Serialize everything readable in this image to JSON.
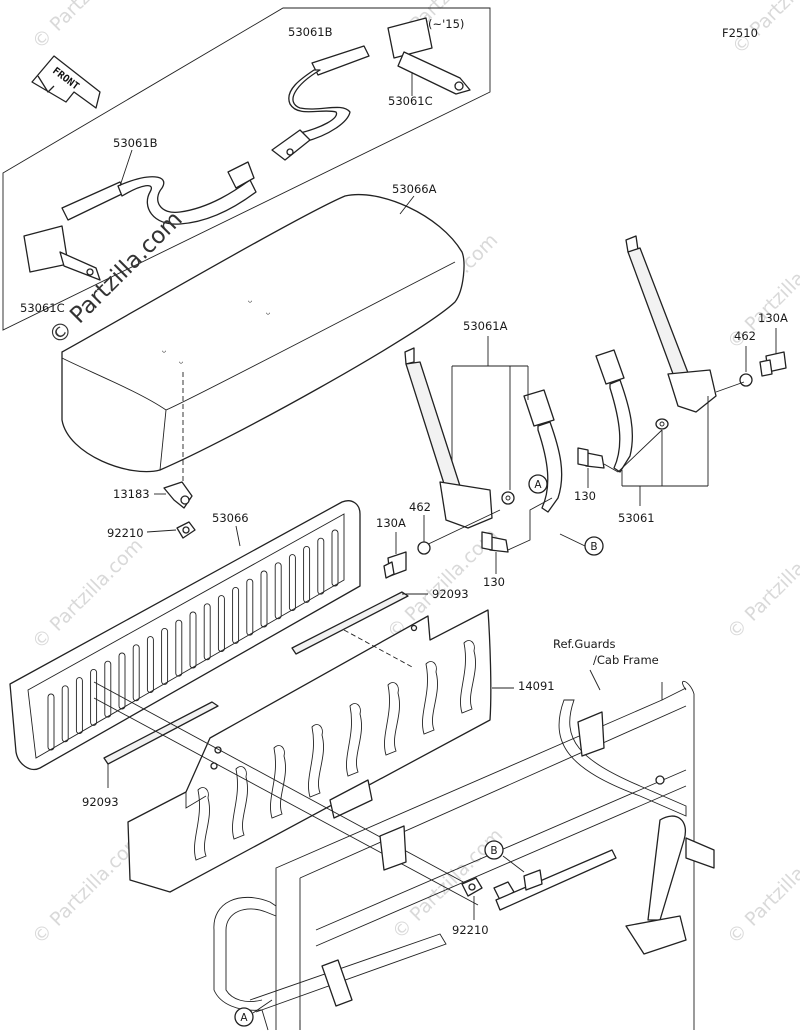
{
  "figure_code": "F2510",
  "front_label": "FRONT",
  "year_note": "(~'15)",
  "watermark_main": "© Partzilla.com",
  "watermark_tile": "© Partzilla.com",
  "ref_note_line1": "Ref.Guards",
  "ref_note_line2": "/Cab Frame",
  "labels": {
    "p53061B_top": "53061B",
    "p53061C_top": "53061C",
    "p53061B_left": "53061B",
    "p53061C_left": "53061C",
    "p53066A": "53066A",
    "p53061A": "53061A",
    "p462_right": "462",
    "p130A_right": "130A",
    "p13183": "13183",
    "p92210_top": "92210",
    "p53066": "53066",
    "p462_mid": "462",
    "p130A_mid": "130A",
    "p130_mid": "130",
    "p130_right": "130",
    "p53061": "53061",
    "p92093_top": "92093",
    "p14091": "14091",
    "p92093_bottom": "92093",
    "p92210_bottom": "92210"
  },
  "callouts": {
    "A_upper": "A",
    "B_upper": "B",
    "B_lower": "B",
    "A_lower": "A"
  }
}
